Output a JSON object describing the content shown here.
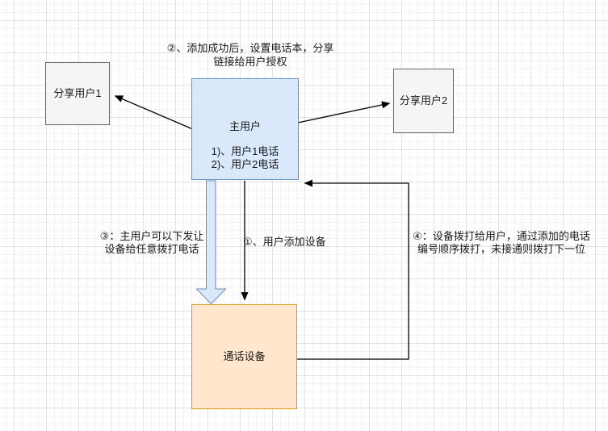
{
  "diagram": {
    "nodes": {
      "share_user_1": {
        "label": "分享用户1"
      },
      "share_user_2": {
        "label": "分享用户2"
      },
      "main_user": {
        "title": "主用户",
        "phone_lines": [
          "1)、用户1电话",
          "2)、用户2电话"
        ]
      },
      "call_device": {
        "label": "通话设备"
      }
    },
    "annotations": {
      "step1": {
        "line1": "①、用户添加设备"
      },
      "step2": {
        "line1": "②、添加成功后，设置电话本，分享",
        "line2": "链接给用户授权"
      },
      "step3": {
        "line1": "③：主用户可以下发让",
        "line2": "设备给任意拨打电话"
      },
      "step4": {
        "line1": "④：设备拨打给用户，通过添加的电话",
        "line2": "编号顺序拨打，未接通则拨打下一位"
      }
    },
    "colors": {
      "main_user_fill": "#dae8fc",
      "main_user_border": "#6c8ebf",
      "call_device_fill": "#ffe6cc",
      "call_device_border": "#d79b00",
      "share_user_fill": "#f5f5f5",
      "share_user_border": "#666666",
      "arrow": "#000000",
      "fat_arrow_fill": "#dae8fc",
      "fat_arrow_border": "#6c8ebf",
      "grid_major": "#e2e2e2",
      "grid_minor": "#f5f2f2"
    }
  }
}
